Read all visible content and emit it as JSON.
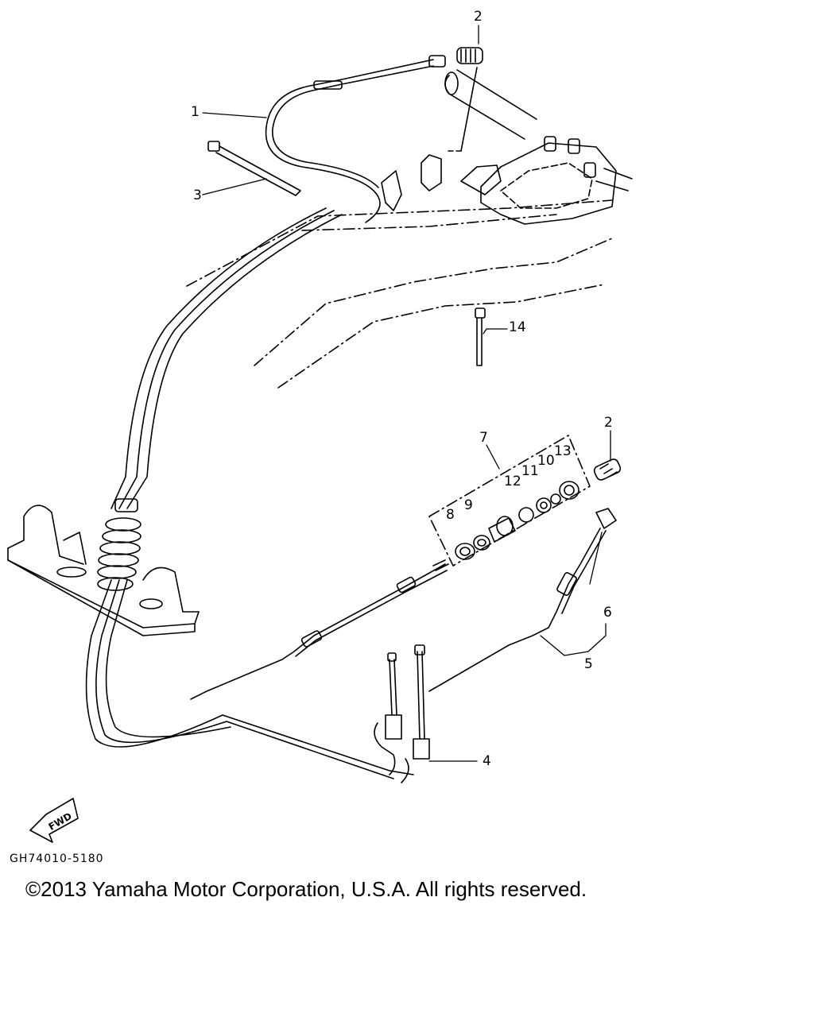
{
  "callouts": {
    "c2_top": "2",
    "c1": "1",
    "c3": "3",
    "c14": "14",
    "c2_right": "2",
    "c7": "7",
    "c13": "13",
    "c10": "10",
    "c11": "11",
    "c12": "12",
    "c9": "9",
    "c8": "8",
    "c6": "6",
    "c5": "5",
    "c4": "4"
  },
  "fwd_label": "FWD",
  "drawing_code": "GH74010-5180",
  "copyright": "©2013 Yamaha Motor Corporation, U.S.A. All rights reserved."
}
